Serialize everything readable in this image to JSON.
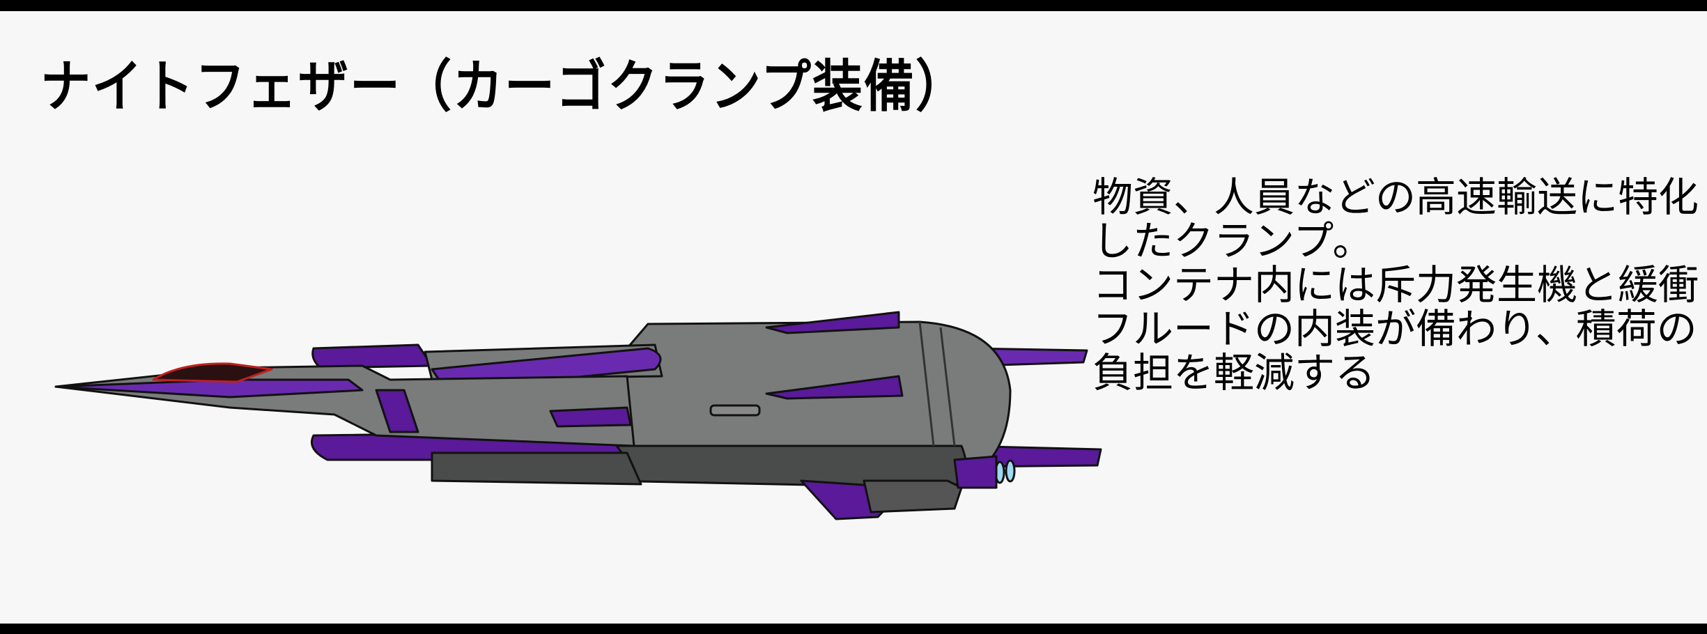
{
  "title": "ナイトフェザー（カーゴクランプ装備）",
  "description": [
    "物資、人員などの高速輸送に特化",
    "したクランプ。",
    "コンテナ内には斥力発生機と緩衝",
    "フルードの内装が備わり、積荷の",
    "負担を軽減する"
  ],
  "colors": {
    "hull": "#7a7b7b",
    "hull_dark": "#4a4b4b",
    "accent": "#5a1a9a",
    "accent_light": "#8a3ad0"
  }
}
